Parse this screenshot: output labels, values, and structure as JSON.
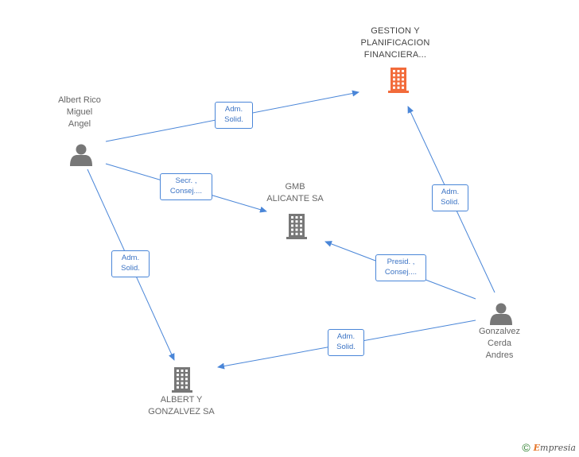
{
  "nodes": {
    "gestion": {
      "label": "GESTION Y\nPLANIFICACION\nFINANCIERA...",
      "type": "company",
      "color": "#f26b3a",
      "icon": "building-icon"
    },
    "gmb": {
      "label": "GMB\nALICANTE SA",
      "type": "company",
      "color": "#777777",
      "icon": "building-icon"
    },
    "albert_gonzalvez": {
      "label": "ALBERT Y\nGONZALVEZ SA",
      "type": "company",
      "color": "#777777",
      "icon": "building-icon"
    },
    "albert_rico": {
      "label": "Albert Rico\nMiguel\nAngel",
      "type": "person",
      "color": "#777777",
      "icon": "person-icon"
    },
    "gonzalvez_cerda": {
      "label": "Gonzalvez\nCerda\nAndres",
      "type": "person",
      "color": "#777777",
      "icon": "person-icon"
    }
  },
  "edges": [
    {
      "from": "albert_rico",
      "to": "gestion",
      "label": "Adm.\nSolid."
    },
    {
      "from": "albert_rico",
      "to": "gmb",
      "label": "Secr. ,\nConsej...."
    },
    {
      "from": "albert_rico",
      "to": "albert_gonzalvez",
      "label": "Adm.\nSolid."
    },
    {
      "from": "gonzalvez_cerda",
      "to": "gestion",
      "label": "Adm.\nSolid."
    },
    {
      "from": "gonzalvez_cerda",
      "to": "gmb",
      "label": "Presid. ,\nConsej...."
    },
    {
      "from": "gonzalvez_cerda",
      "to": "albert_gonzalvez",
      "label": "Adm.\nSolid."
    }
  ],
  "edge_color": "#4a86d8",
  "footer": {
    "copyright_symbol": "©",
    "brand": "Empresia",
    "brand_initial": "E",
    "brand_rest": "mpresia"
  }
}
